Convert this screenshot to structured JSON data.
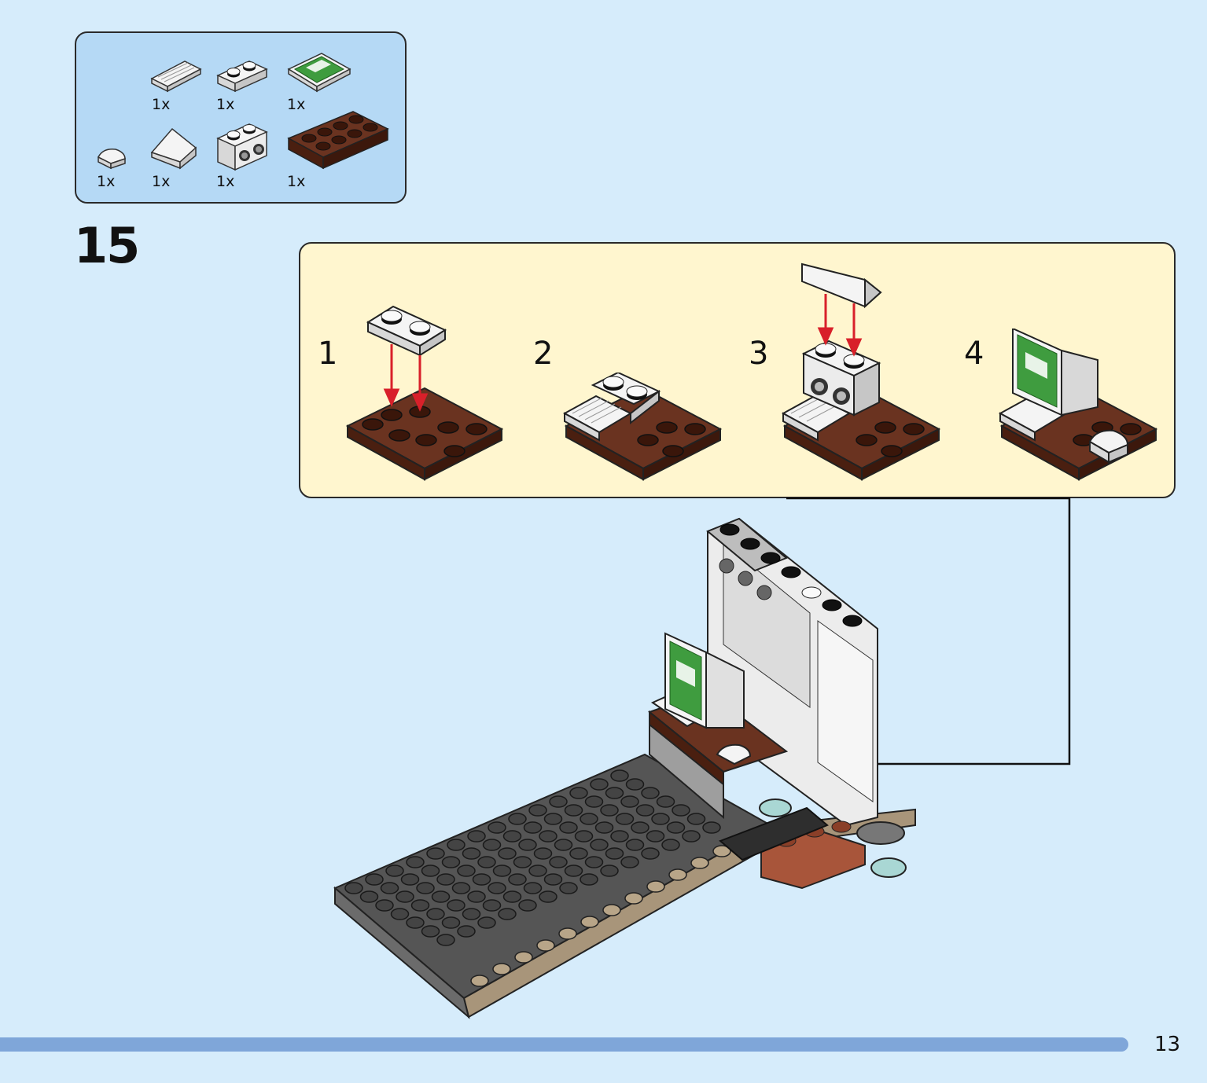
{
  "parts_list": {
    "items": [
      {
        "part": "keyboard-tile-1x2",
        "quantity": "1x"
      },
      {
        "part": "white-plate-1x2",
        "quantity": "1x"
      },
      {
        "part": "green-screen-tile-2x2",
        "quantity": "1x"
      },
      {
        "part": "white-quarter-round-tile",
        "quantity": "1x"
      },
      {
        "part": "white-slope-1x2",
        "quantity": "1x"
      },
      {
        "part": "white-brick-with-speakers",
        "quantity": "1x"
      },
      {
        "part": "brown-plate-2x4",
        "quantity": "1x"
      }
    ]
  },
  "step": {
    "number": "15"
  },
  "substeps": [
    {
      "number": "1"
    },
    {
      "number": "2"
    },
    {
      "number": "3"
    },
    {
      "number": "4"
    }
  ],
  "page": {
    "number": "13"
  },
  "colors": {
    "page_bg": "#d6ecfb",
    "parts_bg": "#b5d9f5",
    "substeps_bg": "#fff6cf",
    "brick_brown": "#5e2a17",
    "brick_white": "#f2f2f2",
    "screen_green": "#3f9c3f",
    "baseplate_gray": "#555555",
    "baseplate_tan": "#a8957a",
    "arrow_red": "#d8202a",
    "footer_bar": "#7fa6d9"
  }
}
